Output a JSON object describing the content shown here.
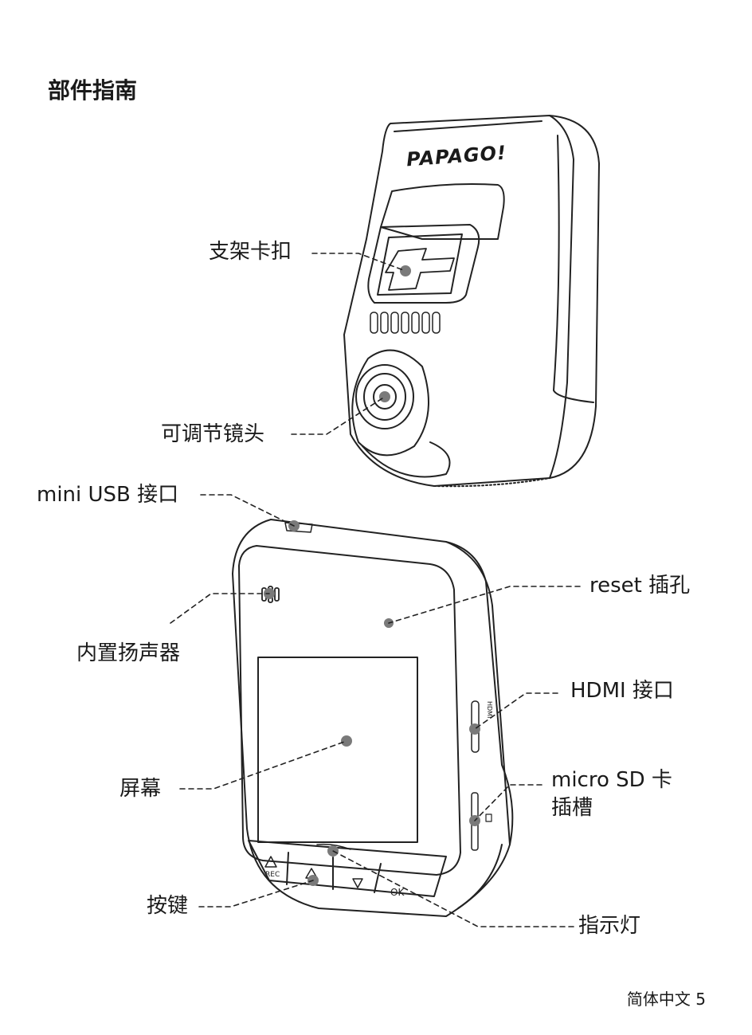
{
  "page": {
    "title": "部件指南",
    "footer": "简体中文 5"
  },
  "device": {
    "brand_logo": "PAPAGO!",
    "button_rec": "REC",
    "button_ok": "OK",
    "port_hdmi_text": "HDMI"
  },
  "labels": {
    "mount_clip": "支架卡扣",
    "adjustable_lens": "可调节镜头",
    "mini_usb_port": "mini USB 接口",
    "reset_hole": "reset 插孔",
    "speaker": "内置扬声器",
    "hdmi_port": "HDMI 接口",
    "micro_sd_line1": "micro SD 卡",
    "micro_sd_line2": "插槽",
    "screen": "屏幕",
    "buttons": "按键",
    "indicator": "指示灯"
  }
}
